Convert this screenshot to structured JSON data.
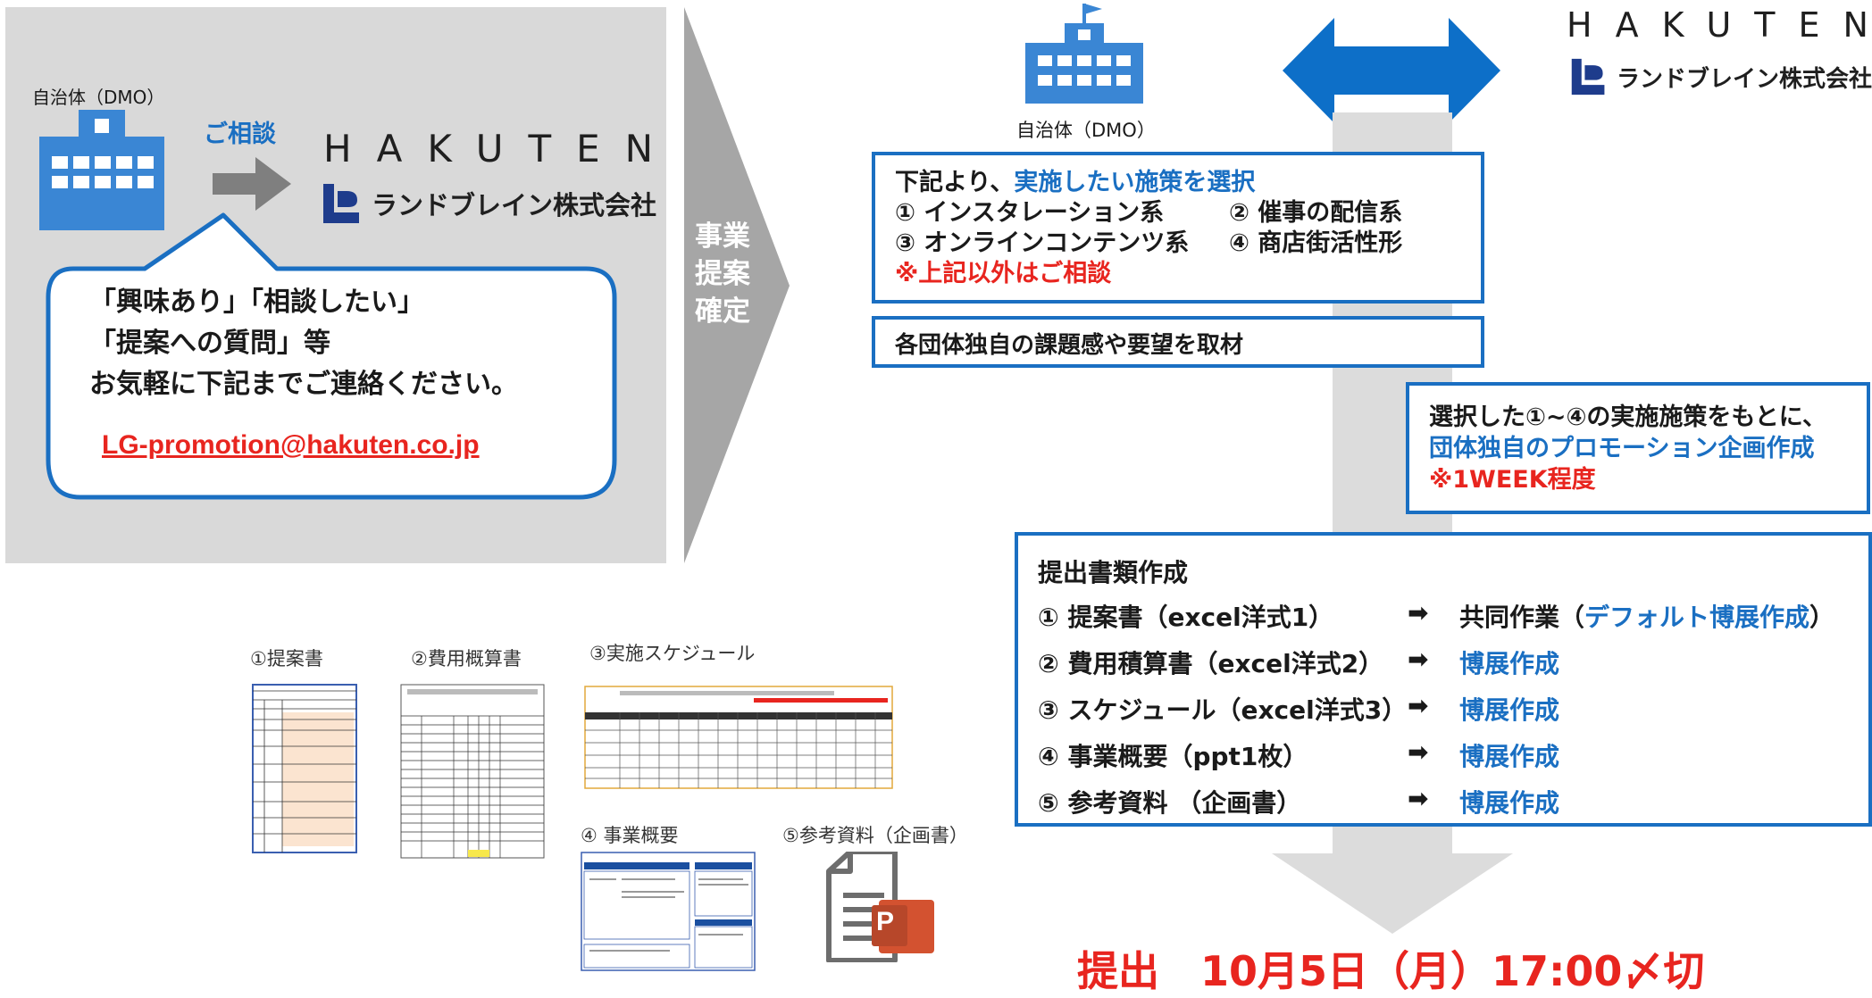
{
  "left_panel": {
    "org_label": "自治体（DMO）",
    "consult_label": "ご相談",
    "hakuten_logo": "HAKUTEN",
    "landbrain_logo": "ランドブレイン株式会社",
    "bubble_lines": [
      "「興味あり」「相談したい」",
      "「提案への質問」等",
      "お気軽に下記までご連絡ください。"
    ],
    "email": "LG-promotion@hakuten.co.jp"
  },
  "chevron_text": [
    "事業",
    "提案",
    "確定"
  ],
  "right_top": {
    "org_label": "自治体（DMO）",
    "hakuten_logo": "HAKUTEN",
    "landbrain_logo": "ランドブレイン株式会社"
  },
  "box_select": {
    "prefix": "下記より、",
    "highlight": "実施したい施策を選択",
    "item1": "① インスタレーション系",
    "item2": "② 催事の配信系",
    "item3": "③ オンラインコンテンツ系",
    "item4": "④ 商店街活性形",
    "note": "※上記以外はご相談"
  },
  "box_interview": {
    "text": "各団体独自の課題感や要望を取材"
  },
  "box_plan": {
    "line1": "選択した①~④の実施施策をもとに、",
    "line2": "団体独自のプロモーション企画作成",
    "line3": "※1WEEK程度"
  },
  "box_docs": {
    "title": "提出書類作成",
    "rows": [
      {
        "item": "① 提案書（excel洋式1）",
        "arrow": "➡",
        "result_prefix": "共同作業（",
        "result": "デフォルト博展作成",
        "result_suffix": "）"
      },
      {
        "item": "② 費用積算書（excel洋式2）",
        "arrow": "➡",
        "result_prefix": "",
        "result": "博展作成",
        "result_suffix": ""
      },
      {
        "item": "③ スケジュール（excel洋式3）",
        "arrow": "➡",
        "result_prefix": "",
        "result": "博展作成",
        "result_suffix": ""
      },
      {
        "item": "④ 事業概要（ppt1枚）",
        "arrow": "➡",
        "result_prefix": "",
        "result": "博展作成",
        "result_suffix": ""
      },
      {
        "item": "⑤ 参考資料 （企画書）",
        "arrow": "➡",
        "result_prefix": "",
        "result": "博展作成",
        "result_suffix": ""
      }
    ]
  },
  "doc_thumbnails": {
    "t1": "①提案書",
    "t2": "②費用概算書",
    "t3": "③実施スケジュール",
    "t4": "④ 事業概要",
    "t5": "⑤参考資料（企画書）",
    "ppt_letter": "P"
  },
  "deadline": "提出　10月5日（月）17:00〆切",
  "colors": {
    "accent_blue": "#1a6fc2",
    "red": "#e8251f",
    "gray_panel": "#d9d9d9",
    "arrow_gray": "#a6a6a6"
  }
}
